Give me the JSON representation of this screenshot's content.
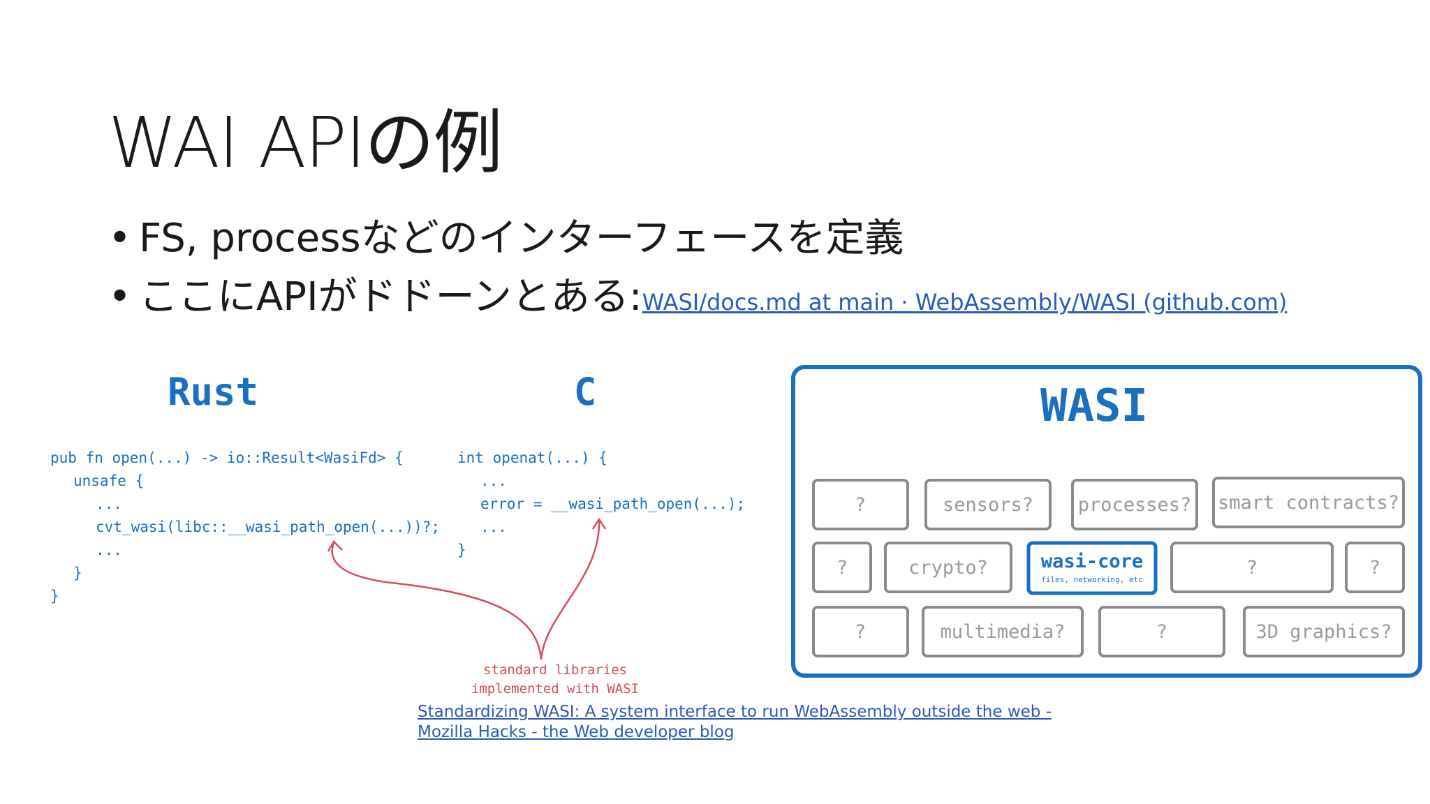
{
  "slide": {
    "title": "WAI APIの例",
    "bullets": [
      {
        "text": "FS, processなどのインターフェースを定義"
      },
      {
        "text": "ここにAPIがドドーンとある:",
        "link": "WASI/docs.md at main · WebAssembly/WASI (github.com)"
      }
    ]
  },
  "figure": {
    "rust_heading": "Rust",
    "c_heading": "C",
    "rust_code": [
      "pub fn open(...) -> io::Result<WasiFd> {",
      "unsafe {",
      "...",
      "cvt_wasi(libc::__wasi_path_open(...))?;",
      "...",
      "}",
      "}"
    ],
    "c_code": [
      "int openat(...) {",
      "...",
      "error = __wasi_path_open(...);",
      "...",
      "}"
    ],
    "annotation_line1": "standard libraries",
    "annotation_line2": "implemented with WASI",
    "wasi_title": "WASI",
    "boxes": {
      "r1_1": "?",
      "r1_2": "sensors?",
      "r1_3": "processes?",
      "r1_4": "smart contracts?",
      "r2_1": "?",
      "r2_2": "crypto?",
      "core": "wasi-core",
      "core_sub": "files, networking, etc",
      "r2_4": "?",
      "r2_5": "?",
      "r3_1": "?",
      "r3_2": "multimedia?",
      "r3_3": "?",
      "r3_4": "3D graphics?"
    },
    "colors": {
      "blue": "#1a6fc0",
      "red": "#d94a5a",
      "gray": "#8a8a8a"
    }
  },
  "caption": "Standardizing WASI: A system interface to run WebAssembly outside the web - Mozilla Hacks - the Web developer blog"
}
